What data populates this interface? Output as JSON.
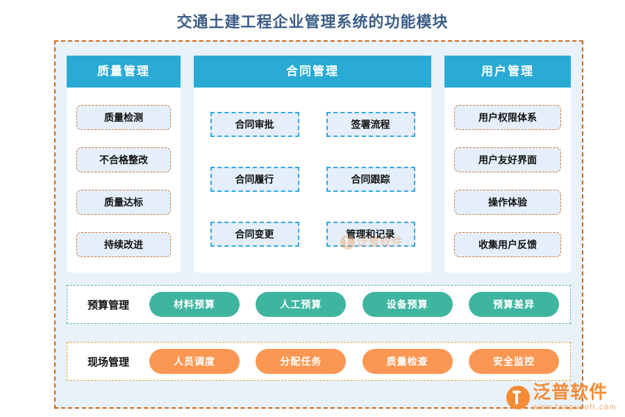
{
  "title": "交通土建工程企业管理系统的功能模块",
  "colors": {
    "header_teal": "#29abd5",
    "frame_orange": "#cc6611",
    "chip_fill": "#e4effb",
    "chip_border_orange": "#d2762a",
    "chip_border_cyan": "#2fa8dd",
    "pill_green": "#3fb5a0",
    "pill_orange": "#fb9753",
    "page_bg": "#e9f2fb",
    "title_color": "#3b5c86"
  },
  "columns": [
    {
      "header": "质量管理",
      "style": "orange-dashed",
      "items": [
        {
          "label": "质量检测"
        },
        {
          "label": "不合格整改"
        },
        {
          "label": "质量达标"
        },
        {
          "label": "持续改进"
        }
      ]
    },
    {
      "header": "合同管理",
      "style": "cyan-dashed",
      "items": [
        {
          "label": "合同审批"
        },
        {
          "label": "签署流程"
        },
        {
          "label": "合同履行"
        },
        {
          "label": "合同跟踪"
        },
        {
          "label": "合同变更"
        },
        {
          "label": "管理和记录"
        }
      ]
    },
    {
      "header": "用户管理",
      "style": "orange-dashed",
      "items": [
        {
          "label": "用户权限体系"
        },
        {
          "label": "用户友好界面"
        },
        {
          "label": "操作体验"
        },
        {
          "label": "收集用户反馈"
        }
      ]
    }
  ],
  "bottom_rows": [
    {
      "label": "预算管理",
      "accent": "green",
      "pills": [
        {
          "label": "材料预算"
        },
        {
          "label": "人工预算"
        },
        {
          "label": "设备预算"
        },
        {
          "label": "预算差异"
        }
      ]
    },
    {
      "label": "现场管理",
      "accent": "orange",
      "pills": [
        {
          "label": "人员调度"
        },
        {
          "label": "分配任务"
        },
        {
          "label": "质量检查"
        },
        {
          "label": "安全监控"
        }
      ]
    }
  ],
  "logo": {
    "name": "泛普软件",
    "url": "www.fanpusoft.com",
    "mark": "fanpu-f-icon"
  }
}
